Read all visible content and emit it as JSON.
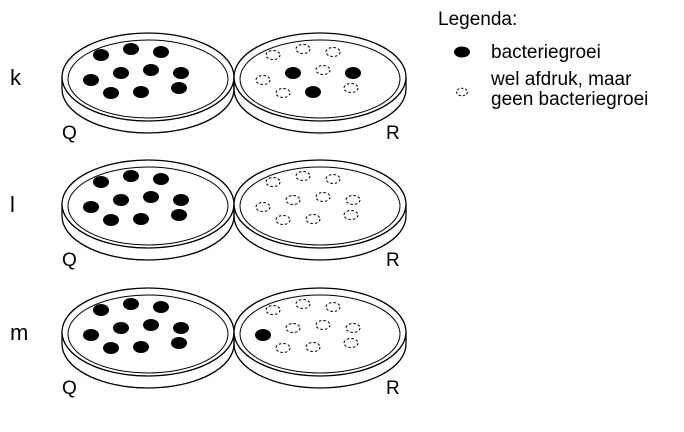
{
  "rows": [
    {
      "label": "k",
      "plate_q": {
        "label": "Q",
        "colonies": [
          "growth",
          "growth",
          "growth",
          "growth",
          "growth",
          "growth",
          "growth",
          "growth",
          "growth",
          "growth"
        ]
      },
      "plate_r": {
        "label": "R",
        "colonies": [
          "print",
          "print",
          "print",
          "growth",
          "print",
          "growth",
          "print",
          "print",
          "growth",
          "print"
        ]
      }
    },
    {
      "label": "l",
      "plate_q": {
        "label": "Q",
        "colonies": [
          "growth",
          "growth",
          "growth",
          "growth",
          "growth",
          "growth",
          "growth",
          "growth",
          "growth",
          "growth"
        ]
      },
      "plate_r": {
        "label": "R",
        "colonies": [
          "print",
          "print",
          "print",
          "print",
          "print",
          "print",
          "print",
          "print",
          "print",
          "print"
        ]
      }
    },
    {
      "label": "m",
      "plate_q": {
        "label": "Q",
        "colonies": [
          "growth",
          "growth",
          "growth",
          "growth",
          "growth",
          "growth",
          "growth",
          "growth",
          "growth",
          "growth"
        ]
      },
      "plate_r": {
        "label": "R",
        "colonies": [
          "print",
          "print",
          "print",
          "print",
          "print",
          "print",
          "growth",
          "print",
          "print",
          "print"
        ]
      }
    }
  ],
  "legend": {
    "title": "Legenda:",
    "items": [
      {
        "icon": "filled-colony-icon",
        "lines": [
          "bacteriegroei"
        ]
      },
      {
        "icon": "dashed-colony-icon",
        "lines": [
          "wel afdruk, maar",
          "geen bacteriegroei"
        ]
      }
    ]
  }
}
